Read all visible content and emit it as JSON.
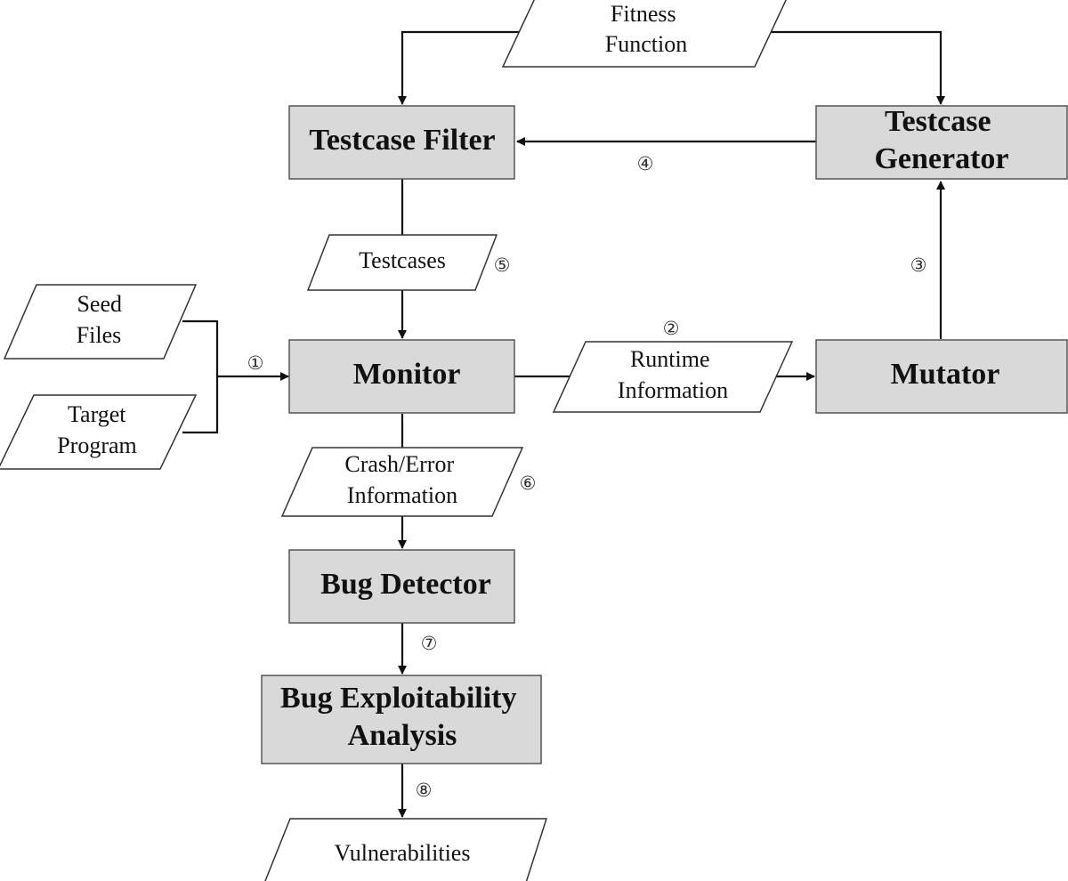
{
  "processes": {
    "testcase_filter": "Testcase Filter",
    "testcase_generator": [
      "Testcase",
      "Generator"
    ],
    "monitor": "Monitor",
    "mutator": "Mutator",
    "bug_detector": "Bug Detector",
    "bug_exploitability": [
      "Bug Exploitability",
      "Analysis"
    ]
  },
  "data_items": {
    "fitness_function": [
      "Fitness",
      "Function"
    ],
    "testcases": "Testcases",
    "seed_files": [
      "Seed",
      "Files"
    ],
    "target_program": [
      "Target",
      "Program"
    ],
    "runtime_information": [
      "Runtime",
      "Information"
    ],
    "crash_error_information": [
      "Crash/Error",
      "Information"
    ],
    "vulnerabilities": "Vulnerabilities"
  },
  "steps": {
    "s1": "①",
    "s2": "②",
    "s3": "③",
    "s4": "④",
    "s5": "⑤",
    "s6": "⑥",
    "s7": "⑦",
    "s8": "⑧"
  },
  "colors": {
    "process_fill": "#d9d9d9",
    "line": "#111111"
  }
}
